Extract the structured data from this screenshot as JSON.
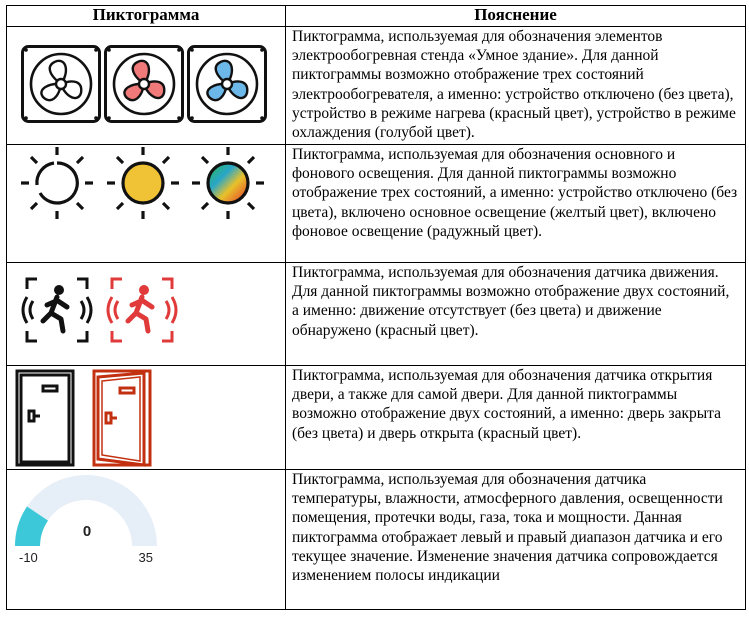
{
  "header": {
    "col1": "Пиктограмма",
    "col2": "Пояснение"
  },
  "rows": [
    {
      "icon": "fan-icons",
      "text": "Пиктограмма, используемая для обозначения элементов электрообогревная стенда «Умное здание». Для данной пиктограммы возможно отображение трех состояний электрообогревателя, а именно: устройство отключено (без цвета), устройство в режиме нагрева (красный цвет), устройство в режиме охлаждения (голубой цвет)."
    },
    {
      "icon": "sun-icons",
      "text": "Пиктограмма, используемая для обозначения основного и фонового освещения. Для данной пиктограммы возможно отображение трех состояний, а именно: устройство отключено (без цвета), включено основное освещение (желтый цвет), включено фоновое освещение (радужный цвет)."
    },
    {
      "icon": "motion-icons",
      "text": "Пиктограмма, используемая для обозначения датчика движения. Для данной пиктограммы возможно отображение двух состояний, а именно: движение отсутствует (без цвета) и движение обнаружено (красный цвет)."
    },
    {
      "icon": "door-icons",
      "text": "Пиктограмма, используемая для обозначения датчика открытия двери, а также для самой двери. Для данной пиктограммы возможно отображение двух состояний, а именно: дверь закрыта (без цвета) и дверь открыта (красный цвет)."
    },
    {
      "icon": "gauge-icon",
      "text": "Пиктограмма, используемая для обозначения датчика температуры, влажности, атмосферного давления, освещенности помещения, протечки воды, газа, тока и мощности. Данная пиктограмма отображает левый и правый диапазон датчика и его текущее значение. Изменение значения датчика сопровождается изменением полосы индикации"
    }
  ],
  "gauge": {
    "min": "-10",
    "max": "35",
    "value": "0"
  },
  "colors": {
    "heat": "#f07a7a",
    "cool": "#6cb8e8",
    "sun": "#f0c235",
    "motion_on": "#e03a3a",
    "door_open": "#c23010",
    "gauge_track": "#e6eef7",
    "gauge_fill": "#3cc8d8"
  }
}
